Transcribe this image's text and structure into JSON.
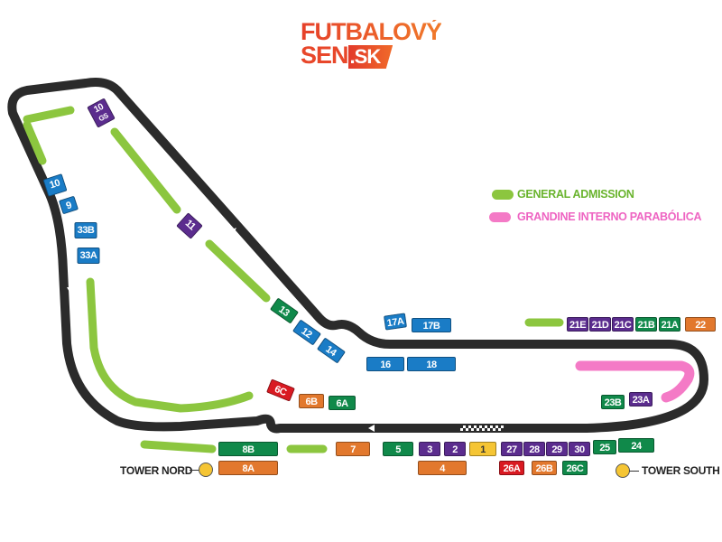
{
  "logo": {
    "line1": "FUTBALOVÝ",
    "line2": "SEN",
    "suffix": ".SK"
  },
  "legend": [
    {
      "label": "GENERAL ADMISSION",
      "color": "#8cc63f"
    },
    {
      "label": "GRANDINE INTERNO PARABÓLICA",
      "color": "#f47ac6"
    }
  ],
  "towers": {
    "nord": "TOWER NORD",
    "south": "TOWER SOUTH"
  },
  "colors": {
    "blue": "#1a7cc6",
    "purple": "#5b2c8e",
    "green": "#10894a",
    "orange": "#e2782d",
    "red": "#d91a22",
    "yellow": "#f5c534",
    "track": "#2b2b2b"
  },
  "stands": {
    "s10gs": [
      "10",
      "GS"
    ],
    "s10": "10",
    "s9": "9",
    "s33b": "33B",
    "s33a": "33A",
    "s11": "11",
    "s13": "13",
    "s12": "12",
    "s14": "14",
    "s17a": "17A",
    "s17b": "17B",
    "s16": "16",
    "s18": "18",
    "s6c": "6C",
    "s6b": "6B",
    "s6a": "6A",
    "s21e": "21E",
    "s21d": "21D",
    "s21c": "21C",
    "s21b": "21B",
    "s21a": "21A",
    "s22": "22",
    "s23b": "23B",
    "s23a": "23A",
    "s8b": "8B",
    "s8a": "8A",
    "s7": "7",
    "s5": "5",
    "s3": "3",
    "s2": "2",
    "s1": "1",
    "s4": "4",
    "s27": "27",
    "s28": "28",
    "s29": "29",
    "s30": "30",
    "s25": "25",
    "s24": "24",
    "s26a": "26A",
    "s26b": "26B",
    "s26c": "26C"
  }
}
